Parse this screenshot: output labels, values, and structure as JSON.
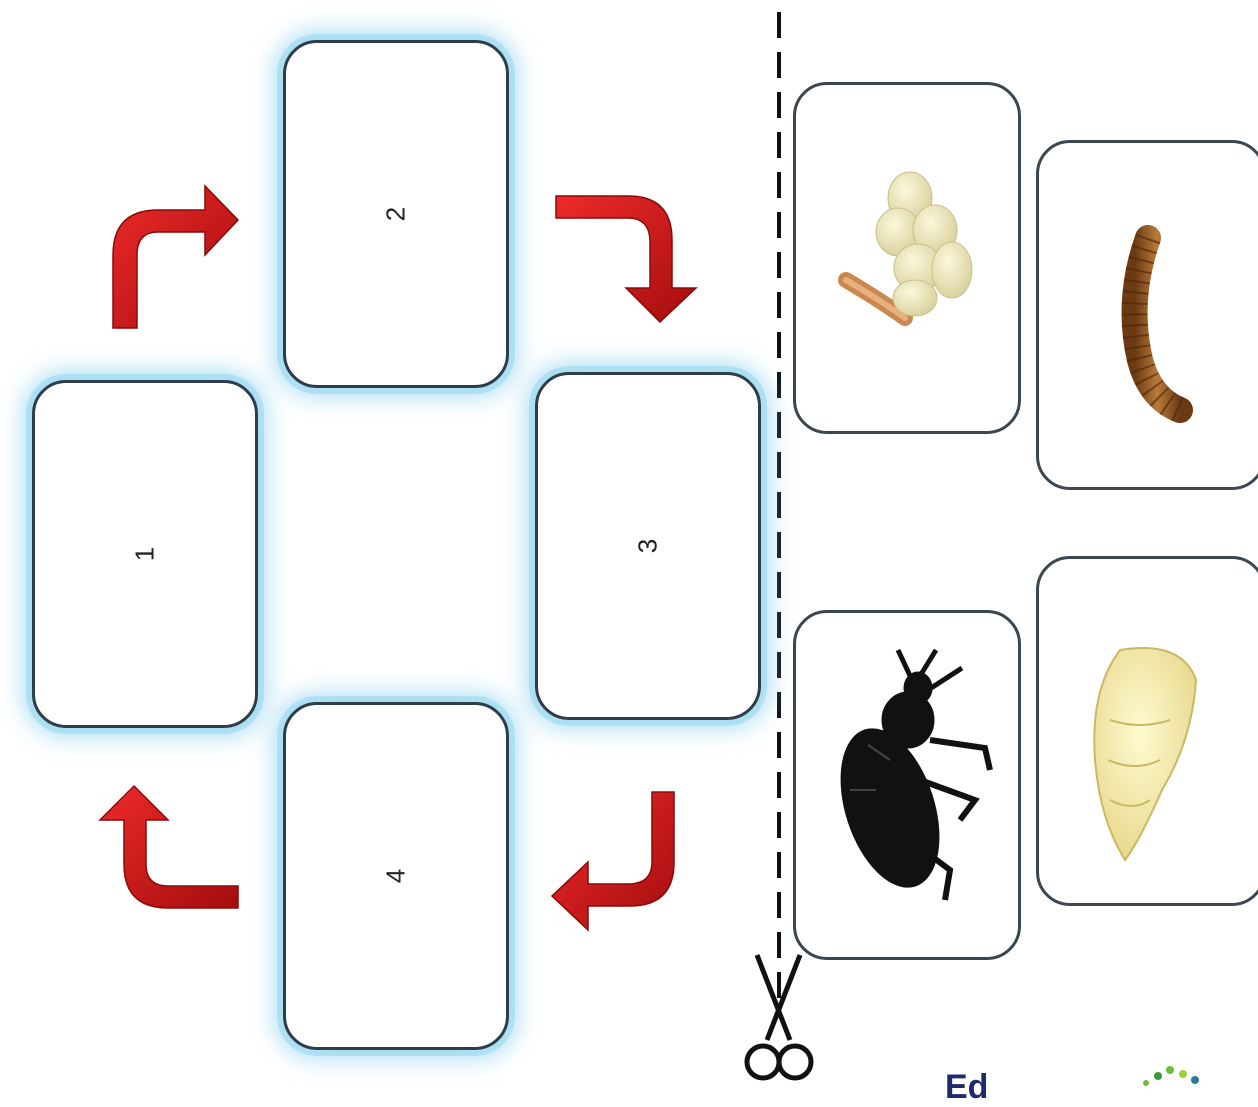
{
  "slots": [
    {
      "number": "1"
    },
    {
      "number": "2"
    },
    {
      "number": "3"
    },
    {
      "number": "4"
    }
  ],
  "cut_cards": [
    {
      "image": "eggs-and-hatching-larva"
    },
    {
      "image": "larva-mealworm"
    },
    {
      "image": "adult-beetle"
    },
    {
      "image": "pupa"
    }
  ],
  "logo": {
    "text": "Ed"
  },
  "colors": {
    "arrow": "#cc1111",
    "glow": "#8fd3ef",
    "border": "#2f3d48"
  }
}
